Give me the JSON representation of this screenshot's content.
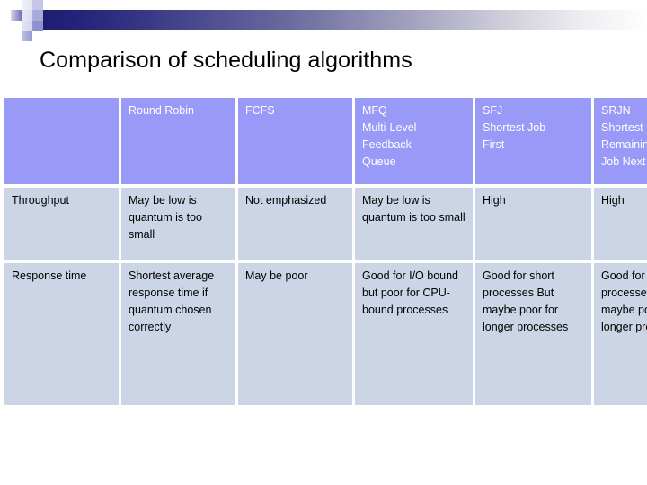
{
  "slide": {
    "title": "Comparison of scheduling algorithms",
    "decor": {
      "gradient_dark": "#1b1b6e",
      "gradient_light": "#ffffff",
      "square_dark": "#000080",
      "square_mid": "#8f8fd0",
      "square_light": "#c6c6e8"
    }
  },
  "table": {
    "header_bg": "#9999f7",
    "header_text_color": "#ffffff",
    "body_bg": "#ccd5e5",
    "body_text_color": "#000000",
    "columns": [
      {
        "key": "label",
        "header": ""
      },
      {
        "key": "rr",
        "header": "Round Robin"
      },
      {
        "key": "fcfs",
        "header": "FCFS"
      },
      {
        "key": "mfq",
        "header": "MFQ Multi-Level Feedback Queue",
        "header_lines": [
          "MFQ",
          "Multi-Level",
          "Feedback",
          "Queue"
        ]
      },
      {
        "key": "sjf",
        "header": "SFJ Shortest Job First",
        "header_lines": [
          "SFJ",
          "Shortest Job",
          "First"
        ]
      },
      {
        "key": "srjn",
        "header": "SRJN Shortest Remaining Job Next",
        "header_lines": [
          "SRJN",
          "Shortest",
          "Remaining",
          "Job Next"
        ]
      }
    ],
    "rows": [
      {
        "name": "throughput",
        "label": "Throughput",
        "cells": {
          "rr": "May be low is quantum is too small",
          "fcfs": "Not emphasized",
          "mfq": "May be low is quantum is too small",
          "sjf": "High",
          "srjn": "High"
        }
      },
      {
        "name": "response-time",
        "label": "Response time",
        "cells": {
          "rr": "Shortest average response time if quantum chosen correctly",
          "fcfs": "May be poor",
          "mfq": "Good for I/O bound but poor for CPU-bound processes",
          "sjf": "Good for short processes But maybe poor for longer processes",
          "srjn": "Good for short processes But maybe poor for longer processes"
        }
      }
    ]
  }
}
